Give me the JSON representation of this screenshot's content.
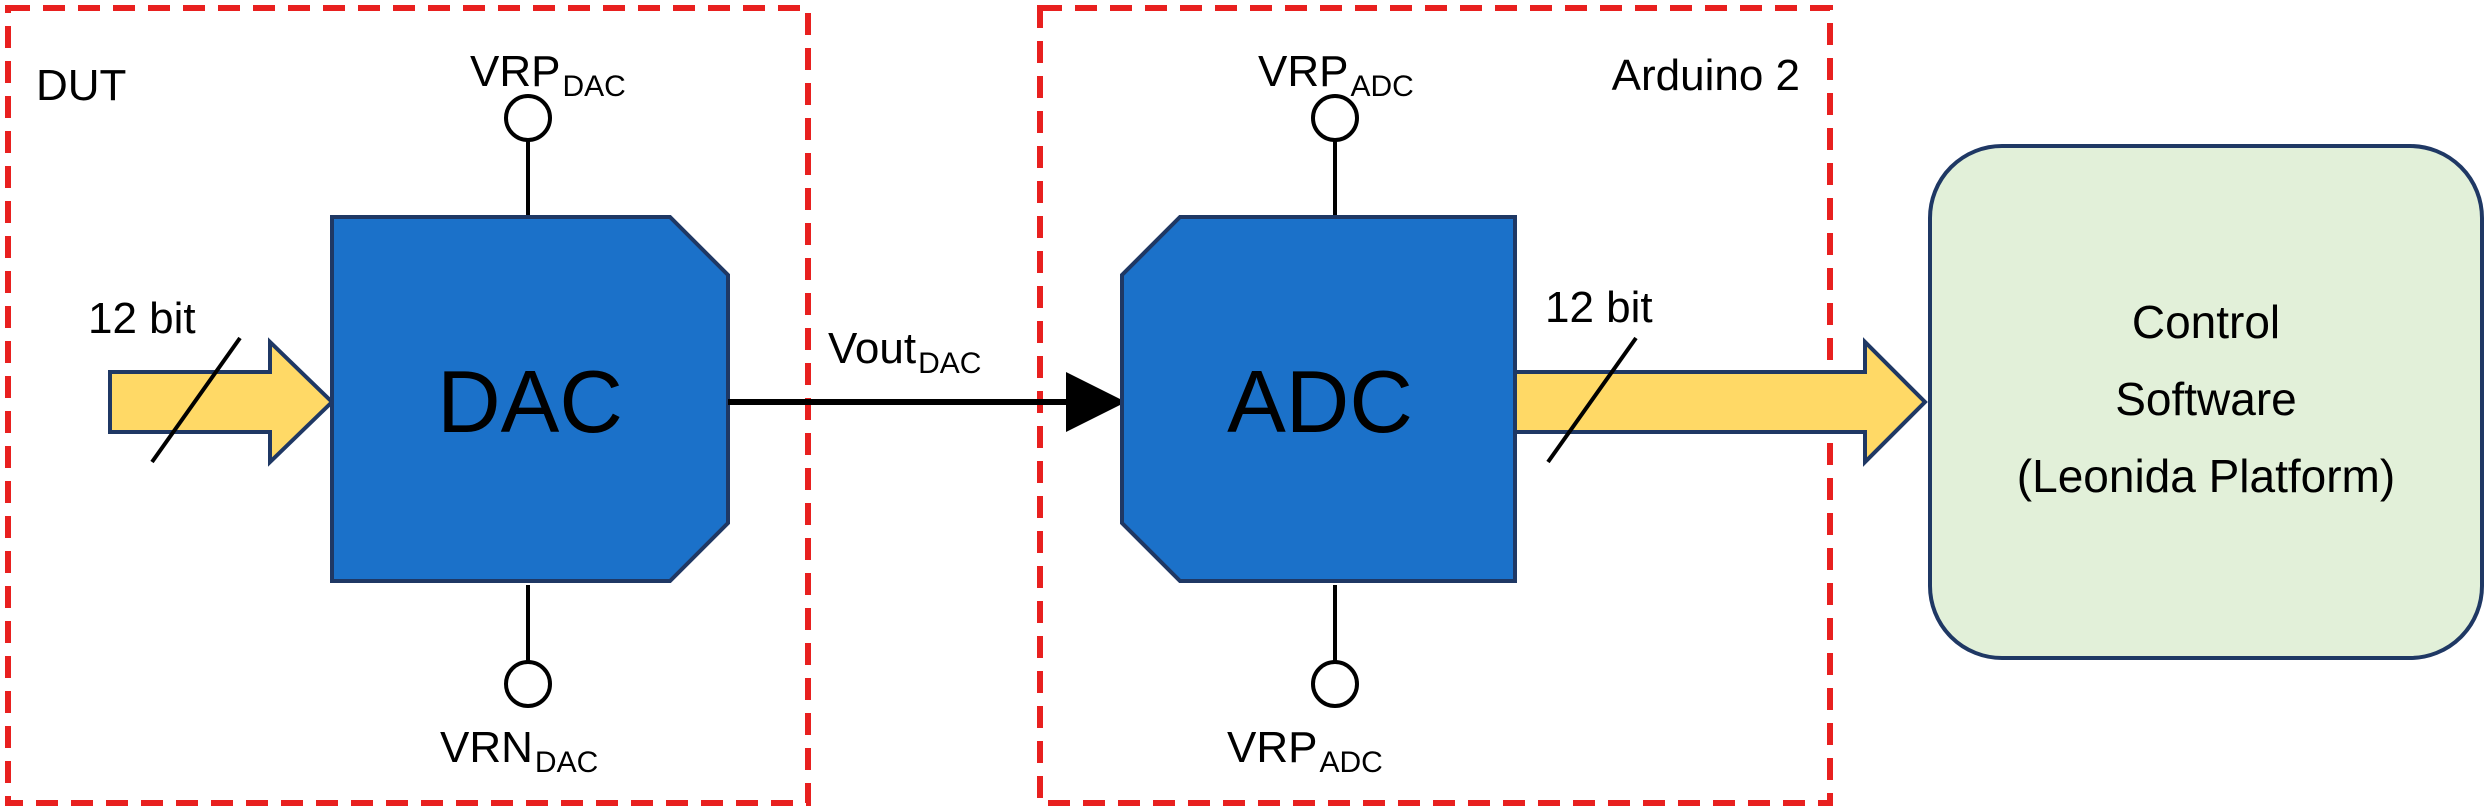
{
  "colors": {
    "dashed_border": "#e8201f",
    "block_fill": "#1b71c9",
    "block_stroke": "#1f3864",
    "bus_fill": "#ffd966",
    "bus_stroke": "#1f3864",
    "software_fill": "#e2f0d9",
    "software_stroke": "#1f3864",
    "line": "#000000"
  },
  "dut": {
    "label": "DUT",
    "dac": {
      "label": "DAC",
      "vrp": {
        "main": "VRP",
        "sub": "DAC"
      },
      "vrn": {
        "main": "VRN",
        "sub": "DAC"
      }
    },
    "input_bus": {
      "label": "12 bit"
    }
  },
  "signal": {
    "main": "Vout",
    "sub": "DAC"
  },
  "arduino": {
    "label": "Arduino 2",
    "adc": {
      "label": "ADC",
      "vrp_top": {
        "main": "VRP",
        "sub": "ADC"
      },
      "vrp_bottom": {
        "main": "VRP",
        "sub": "ADC"
      }
    },
    "output_bus": {
      "label": "12 bit"
    }
  },
  "software": {
    "line1": "Control",
    "line2": "Software",
    "line3": "(Leonida Platform)"
  }
}
